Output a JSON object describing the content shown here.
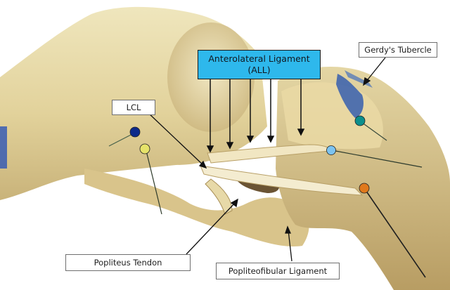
{
  "labels": {
    "all_line1": "Anterolateral Ligament",
    "all_line2": "(ALL)",
    "gerdy": "Gerdy's Tubercle",
    "lcl": "LCL",
    "popliteus": "Popliteus Tendon",
    "popliteofibular": "Popliteofibular Ligament"
  },
  "pins": [
    {
      "name": "dark-blue-pin",
      "color": "#0d2a8a"
    },
    {
      "name": "yellow-pin",
      "color": "#e6e36a"
    },
    {
      "name": "teal-pin",
      "color": "#0c8f8c"
    },
    {
      "name": "light-blue-pin",
      "color": "#7cc3f0"
    },
    {
      "name": "orange-pin",
      "color": "#e0791c"
    }
  ],
  "colors": {
    "main_label_fill": "#2eb8ec",
    "tissue_light": "#eadfae",
    "tissue_mid": "#d7c58a",
    "tissue_dark": "#a88f58",
    "marker_ink": "#1f4fb0"
  }
}
